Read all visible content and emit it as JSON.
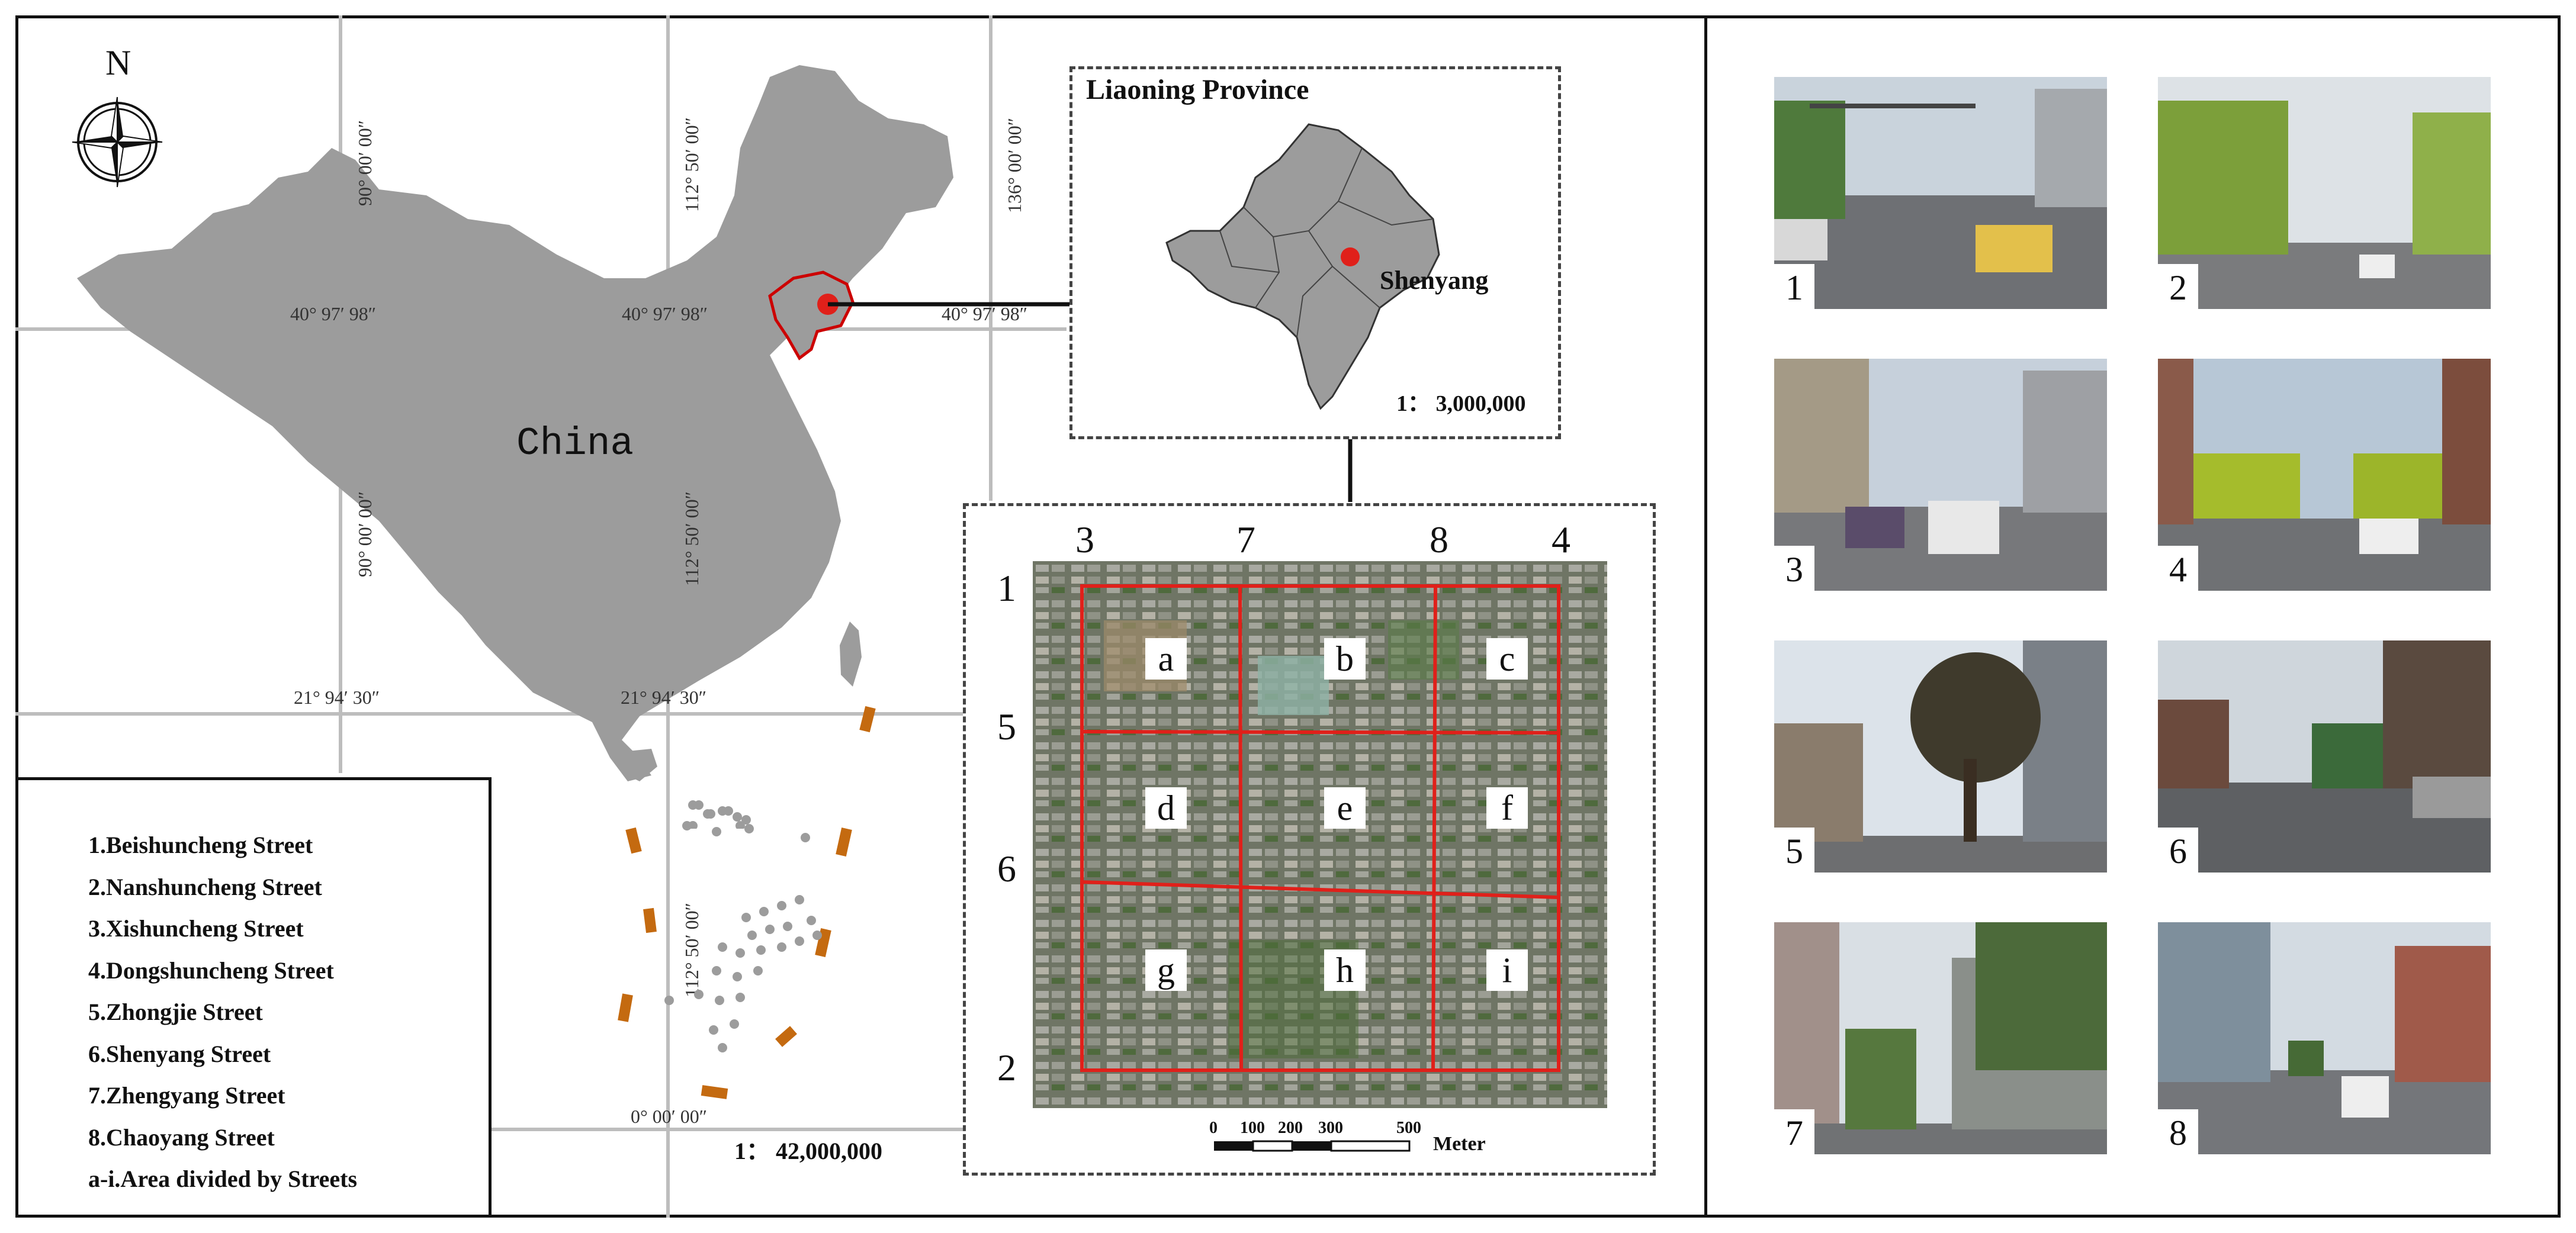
{
  "north_label": "N",
  "country_label": "China",
  "coordinates": {
    "lon_90": "90° 00′ 00″",
    "lon_112": "112° 50′ 00″",
    "lon_136": "136° 00′ 00″",
    "lat_40": "40° 97′ 98″",
    "lat_21": "21° 94′ 30″",
    "lat_0": "0° 00′ 00″"
  },
  "china_scale": "1： 42,000,000",
  "province": {
    "title": "Liaoning Province",
    "city": "Shenyang",
    "scale": "1： 3,000,000"
  },
  "study_area": {
    "top_numbers": [
      "3",
      "7",
      "8",
      "4"
    ],
    "left_numbers": [
      "1",
      "5",
      "6",
      "2"
    ],
    "cells": [
      "a",
      "b",
      "c",
      "d",
      "e",
      "f",
      "g",
      "h",
      "i"
    ],
    "scale_ticks": [
      "0",
      "100",
      "200",
      "300",
      "500"
    ],
    "scale_unit": "Meter"
  },
  "legend": [
    "1.Beishuncheng Street",
    "2.Nanshuncheng Street",
    "3.Xishuncheng Street",
    "4.Dongshuncheng Street",
    "5.Zhongjie Street",
    "6.Shenyang Street",
    "7.Zhengyang Street",
    "8.Chaoyang Street",
    "a-i.Area divided by Streets"
  ],
  "photos": [
    "1",
    "2",
    "3",
    "4",
    "5",
    "6",
    "7",
    "8"
  ],
  "colors": {
    "land": "#9c9c9c",
    "highlight": "#cc0000",
    "grid_red": "#e0201a",
    "dash_orange": "#c46a10",
    "graticule": "#bdbdbd"
  }
}
